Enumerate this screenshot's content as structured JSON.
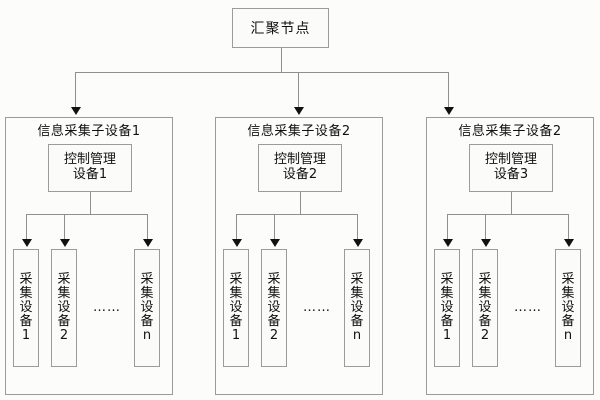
{
  "diagram": {
    "title": "汇聚节点",
    "root": {
      "label": "汇聚节点",
      "name": "aggregation-node"
    },
    "groups": [
      {
        "title": "信息采集子设备1",
        "control": {
          "line1": "控制管理",
          "line2": "设备1"
        },
        "leaves": [
          {
            "chars": [
              "采",
              "集",
              "设",
              "备",
              "1"
            ]
          },
          {
            "chars": [
              "采",
              "集",
              "设",
              "备",
              "2"
            ]
          },
          {
            "chars": [
              "采",
              "集",
              "设",
              "备",
              "n"
            ]
          }
        ],
        "ellipsis": "……"
      },
      {
        "title": "信息采集子设备2",
        "control": {
          "line1": "控制管理",
          "line2": "设备2"
        },
        "leaves": [
          {
            "chars": [
              "采",
              "集",
              "设",
              "备",
              "1"
            ]
          },
          {
            "chars": [
              "采",
              "集",
              "设",
              "备",
              "2"
            ]
          },
          {
            "chars": [
              "采",
              "集",
              "设",
              "备",
              "n"
            ]
          }
        ],
        "ellipsis": "……"
      },
      {
        "title": "信息采集子设备2",
        "control": {
          "line1": "控制管理",
          "line2": "设备3"
        },
        "leaves": [
          {
            "chars": [
              "采",
              "集",
              "设",
              "备",
              "1"
            ]
          },
          {
            "chars": [
              "采",
              "集",
              "设",
              "备",
              "2"
            ]
          },
          {
            "chars": [
              "采",
              "集",
              "设",
              "备",
              "n"
            ]
          }
        ],
        "ellipsis": "……"
      }
    ],
    "colors": {
      "border": "#9b9b9b",
      "connector": "#8f8f8f",
      "arrow": "#111111",
      "background": "#fcfcfb",
      "text": "#111111"
    }
  }
}
